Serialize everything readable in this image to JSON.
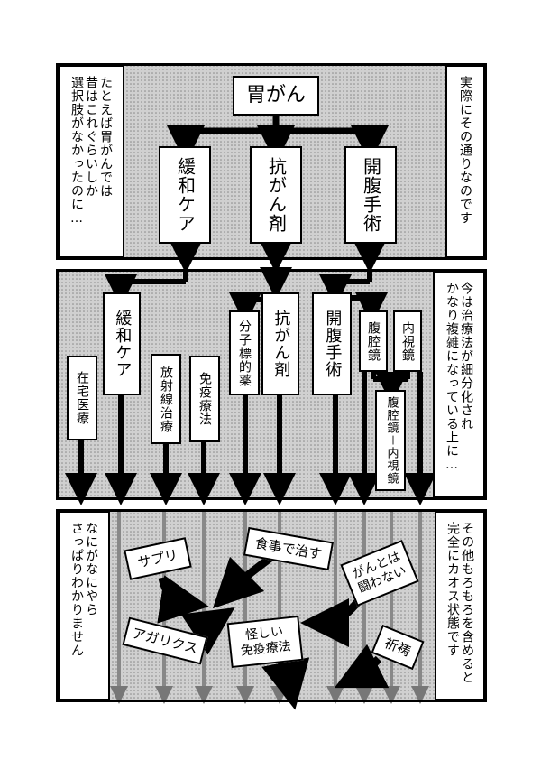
{
  "colors": {
    "ink": "#000000",
    "paper": "#ffffff",
    "screen": "#bdbdbd"
  },
  "panel1": {
    "narration_left": "たとえば胃がんでは\n昔はこれぐらいしか\n選択肢がなかったのに…",
    "narration_right": "実際にその通りなのです",
    "root": "胃がん",
    "options": [
      "緩和ケア",
      "抗がん剤",
      "開腹手術"
    ]
  },
  "panel2": {
    "narration_right": "今は治療法が細分化され\nかなり複雑になっている上に…",
    "care": "緩和ケア",
    "home_care": "在宅医療",
    "radiation": "放射線治療",
    "immuno": "免疫療法",
    "molecular": "分子標的薬",
    "anticancer": "抗がん剤",
    "open_surgery": "開腹手術",
    "laparoscope": "腹腔鏡",
    "endoscope": "内視鏡",
    "lap_endo": "腹腔鏡＋内視鏡"
  },
  "panel3": {
    "narration_left": "なにがなにやら\nさっぱりわかりません",
    "narration_right": "その他もろもろを含めると\n完全にカオス状態です",
    "labels": {
      "supplement": "サプリ",
      "diet": "食事で治す",
      "no_fight": "がんとは\n闘わない",
      "agaricus": "アガリクス",
      "dubious_immuno": "怪しい\n免疫療法",
      "prayer": "祈祷"
    }
  }
}
